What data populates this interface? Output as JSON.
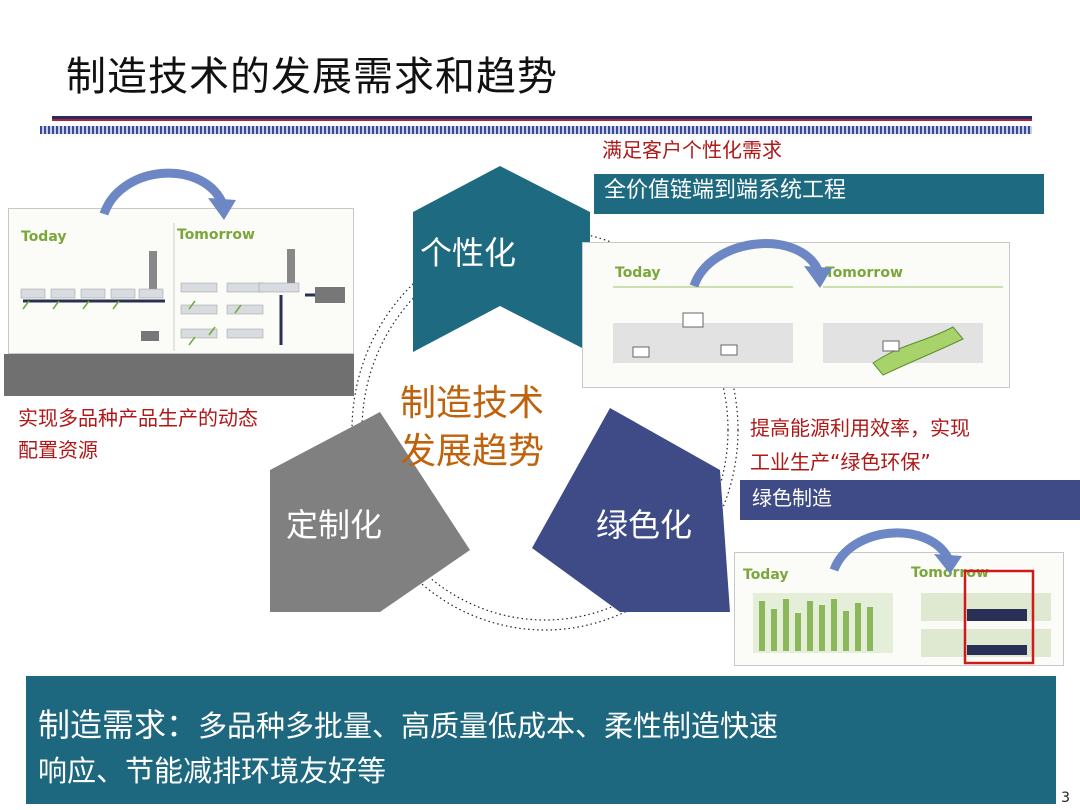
{
  "slide": {
    "title": "制造技术的发展需求和趋势",
    "page_number": "3"
  },
  "center": {
    "line1": "制造技术",
    "line2": "发展趋势"
  },
  "segments": {
    "personalization": "个性化",
    "customization": "定制化",
    "greening": "绿色化"
  },
  "top_right": {
    "caption": "满足客户个性化需求",
    "label": "全价值链端到端系统工程"
  },
  "left": {
    "caption_line1": "实现多品种产品生产的动态",
    "caption_line2": "配置资源"
  },
  "right": {
    "caption_line1": "提高能源利用效率，实现",
    "caption_line2": "工业生产“绿色环保”",
    "label": "绿色制造"
  },
  "panels": {
    "left": {
      "today": "Today",
      "tomorrow": "Tomorrow"
    },
    "top_right": {
      "today": "Today",
      "tomorrow": "Tomorrow"
    },
    "bottom_right": {
      "today": "Today",
      "tomorrow": "Tomorrow"
    }
  },
  "bottom": {
    "heading": "制造需求：",
    "line1_rest": "多品种多批量、高质量低成本、柔性制造快速",
    "line2": "响应、节能减排环境友好等"
  },
  "colors": {
    "teal": "#1e6a80",
    "navy": "#3e4b86",
    "gray": "#808080",
    "orange": "#c0620c",
    "red": "#b01818"
  }
}
